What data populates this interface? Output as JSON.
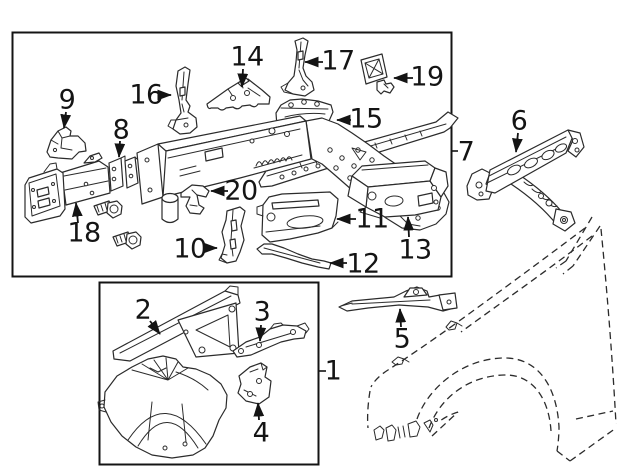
{
  "figure": {
    "type": "exploded-parts-diagram",
    "background_color": "#ffffff",
    "line_color": "#2b2b2b",
    "label_color": "#141414"
  },
  "callouts": {
    "n1": {
      "label": "1"
    },
    "n2": {
      "label": "2"
    },
    "n3": {
      "label": "3"
    },
    "n4": {
      "label": "4"
    },
    "n5": {
      "label": "5"
    },
    "n6": {
      "label": "6"
    },
    "n7": {
      "label": "7"
    },
    "n8": {
      "label": "8"
    },
    "n9": {
      "label": "9"
    },
    "n10": {
      "label": "10"
    },
    "n11": {
      "label": "11"
    },
    "n12": {
      "label": "12"
    },
    "n13": {
      "label": "13"
    },
    "n14": {
      "label": "14"
    },
    "n15": {
      "label": "15"
    },
    "n16": {
      "label": "16"
    },
    "n17": {
      "label": "17"
    },
    "n18": {
      "label": "18"
    },
    "n19": {
      "label": "19"
    },
    "n20": {
      "label": "20"
    }
  }
}
